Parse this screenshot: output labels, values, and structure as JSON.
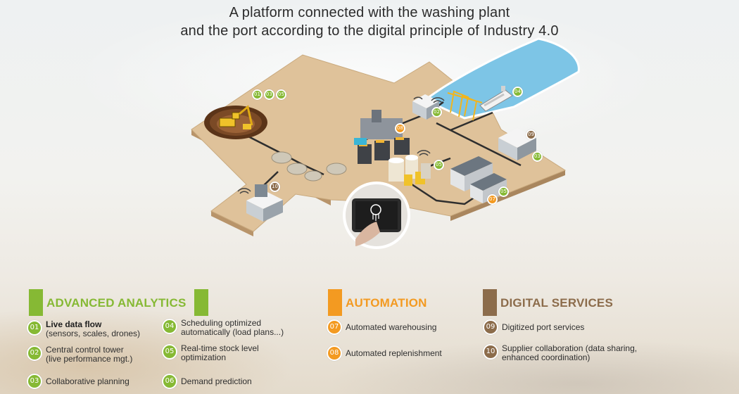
{
  "title": {
    "line1": "A platform connected with the washing plant",
    "line2": "and the port according to the digital principle of Industry 4.0"
  },
  "colors": {
    "analytics": "#86b934",
    "automation": "#f39a21",
    "digital": "#8c6c4b",
    "ground": "#dfc29a",
    "sea": "#7dc5e6"
  },
  "map_badges": {
    "mine": [
      "01",
      "03",
      "05"
    ],
    "port_building": "02",
    "ship": "04",
    "plant": "08",
    "plant_wifi": "05",
    "office_top": "09",
    "office_bottom": "03",
    "warehouse_a": "05",
    "warehouse_b": "07",
    "tower": "10"
  },
  "categories": {
    "analytics": {
      "title": "ADVANCED ANALYTICS",
      "items": [
        {
          "num": "01",
          "label": "Live data flow",
          "sub": "(sensors, scales, drones)"
        },
        {
          "num": "02",
          "label": "Central control tower",
          "sub": "(live performance mgt.)"
        },
        {
          "num": "03",
          "label": "Collaborative planning",
          "sub": ""
        },
        {
          "num": "04",
          "label": "Scheduling optimized",
          "sub": "automatically (load plans...)"
        },
        {
          "num": "05",
          "label": "Real-time stock level",
          "sub": "optimization"
        },
        {
          "num": "06",
          "label": "Demand prediction",
          "sub": ""
        }
      ]
    },
    "automation": {
      "title": "AUTOMATION",
      "items": [
        {
          "num": "07",
          "label": "Automated warehousing"
        },
        {
          "num": "08",
          "label": "Automated replenishment"
        }
      ]
    },
    "digital": {
      "title": "DIGITAL SERVICES",
      "items": [
        {
          "num": "09",
          "label": "Digitized port services",
          "sub": ""
        },
        {
          "num": "10",
          "label": "Supplier collaboration (data sharing,",
          "sub": "enhanced coordination)"
        }
      ]
    }
  }
}
